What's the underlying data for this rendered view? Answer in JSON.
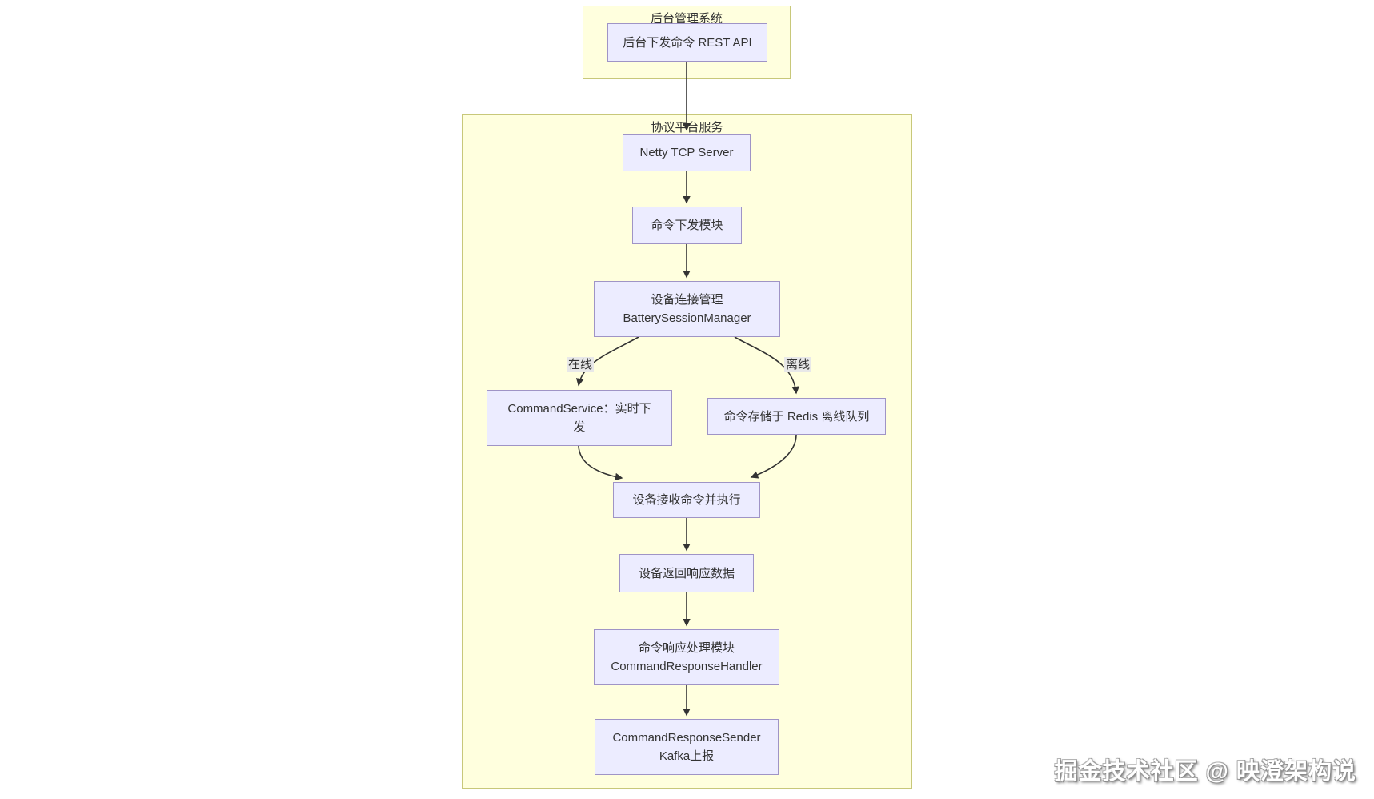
{
  "colors": {
    "background": "#ffffff",
    "subgraph_fill": "#ffffde",
    "subgraph_border": "#c8c87a",
    "node_fill": "#ececff",
    "node_border": "#9f94c6",
    "edge": "#333333",
    "edge_label_bg": "#e8e8e8",
    "text": "#333333"
  },
  "subgraphs": {
    "admin": {
      "title": "后台管理系统"
    },
    "platform": {
      "title": "协议平台服务"
    }
  },
  "nodes": {
    "rest_api": {
      "label": "后台下发命令 REST API"
    },
    "netty": {
      "label": "Netty TCP Server"
    },
    "cmd_dispatch": {
      "label": "命令下发模块"
    },
    "session_mgr": {
      "line1": "设备连接管理",
      "line2": "BatterySessionManager"
    },
    "cmd_service": {
      "label": "CommandService：实时下发"
    },
    "redis_queue": {
      "label": "命令存储于 Redis 离线队列"
    },
    "device_exec": {
      "label": "设备接收命令并执行"
    },
    "device_resp": {
      "label": "设备返回响应数据"
    },
    "resp_handler": {
      "line1": "命令响应处理模块",
      "line2": "CommandResponseHandler"
    },
    "kafka_sender": {
      "line1": "CommandResponseSender",
      "line2": "Kafka上报"
    }
  },
  "edge_labels": {
    "online": "在线",
    "offline": "离线"
  },
  "watermark": {
    "text": "掘金技术社区 @ 映澄架构说"
  }
}
